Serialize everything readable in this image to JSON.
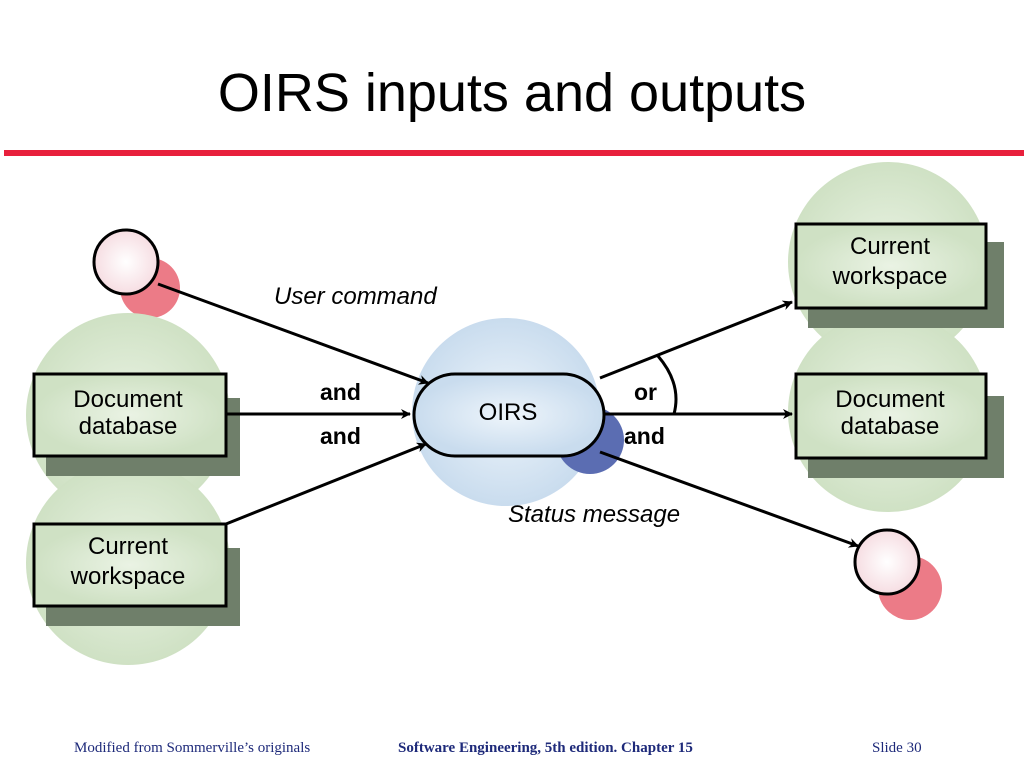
{
  "slide": {
    "title": "OIRS inputs and outputs"
  },
  "diagram": {
    "process": {
      "label": "OIRS"
    },
    "inputs": {
      "document_database": [
        "Document",
        "database"
      ],
      "current_workspace": [
        "Current",
        "workspace"
      ]
    },
    "outputs": {
      "current_workspace": [
        "Current",
        "workspace"
      ],
      "document_database": [
        "Document",
        "database"
      ]
    },
    "flow_labels": {
      "user_command": "User command",
      "status_message": "Status message",
      "and_top": "and",
      "and_bottom": "and",
      "or": "or",
      "and_right": "and"
    }
  },
  "footer": {
    "left": "Modified from Sommerville’s originals",
    "middle": "Software Engineering, 5th edition. Chapter 15",
    "right": "Slide  30"
  },
  "colors": {
    "title_rule": "#e8203c",
    "green_circle": "#d6e6cc",
    "blue_circle": "#d4e4f2",
    "pink_circle": "#ec7b87",
    "navy_circle": "#5b6db2",
    "box_shadow": "#6f7f6a",
    "footer_text": "#1e2a7a"
  }
}
